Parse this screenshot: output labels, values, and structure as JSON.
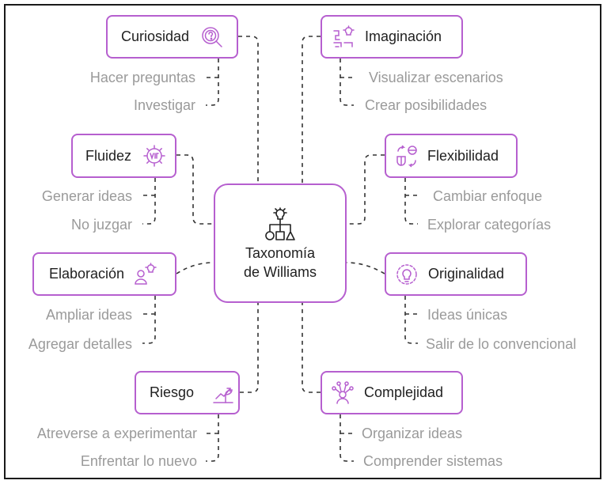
{
  "center": {
    "line1": "Taxonomía",
    "line2": "de Williams",
    "icon": "hierarchy-lightbulb-icon"
  },
  "nodes": {
    "curiosidad": {
      "label": "Curiosidad",
      "icon": "question-brain-icon",
      "items": [
        "Hacer preguntas",
        "Investigar"
      ]
    },
    "imaginacion": {
      "label": "Imaginación",
      "icon": "blueprint-lightbulb-icon",
      "items": [
        "Visualizar escenarios",
        "Crear posibilidades"
      ]
    },
    "fluidez": {
      "label": "Fluidez",
      "icon": "gear-letters-icon",
      "items": [
        "Generar ideas",
        "No juzgar"
      ]
    },
    "flexibilidad": {
      "label": "Flexibilidad",
      "icon": "shapes-arrows-icon",
      "items": [
        "Cambiar enfoque",
        "Explorar categorías"
      ]
    },
    "elaboracion": {
      "label": "Elaboración",
      "icon": "person-lightbulb-icon",
      "items": [
        "Ampliar ideas",
        "Agregar detalles"
      ]
    },
    "originalidad": {
      "label": "Originalidad",
      "icon": "cycle-lightbulb-icon",
      "items": [
        "Ideas únicas",
        "Salir de lo convencional"
      ]
    },
    "riesgo": {
      "label": "Riesgo",
      "icon": "growth-plant-icon",
      "items": [
        "Atreverse a experimentar",
        "Enfrentar lo nuevo"
      ]
    },
    "complejidad": {
      "label": "Complejidad",
      "icon": "network-person-icon",
      "items": [
        "Organizar ideas",
        "Comprender sistemas"
      ]
    }
  },
  "colors": {
    "accent": "#b65fcf",
    "line": "#333333",
    "subtext": "#9a9a9a"
  }
}
